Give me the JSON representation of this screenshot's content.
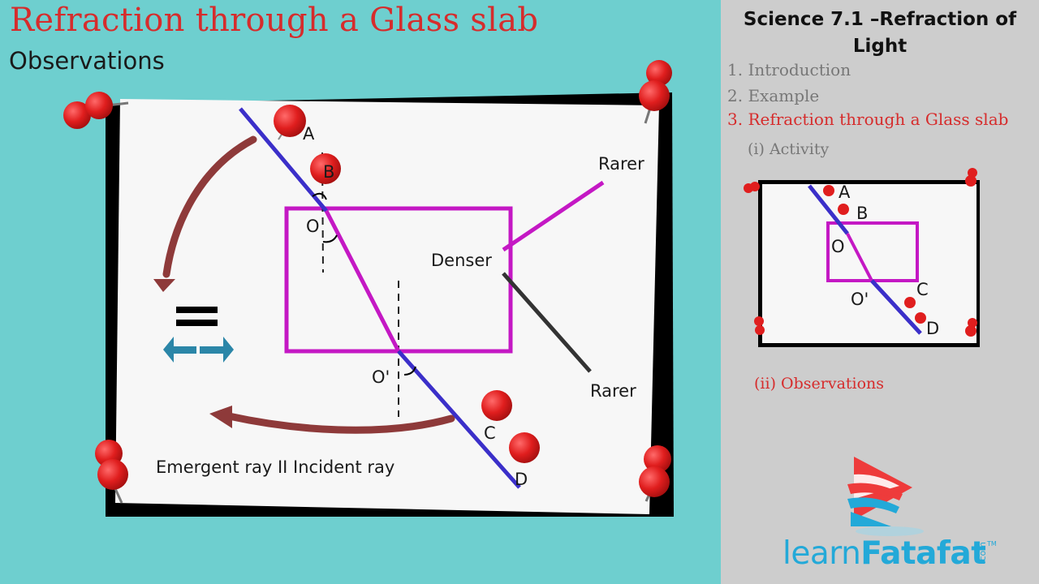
{
  "slide": {
    "title": "Refraction through a Glass slab",
    "subtitle": "Observations"
  },
  "diagram": {
    "pin_labels": [
      "A",
      "B",
      "C",
      "D"
    ],
    "point_O": "O",
    "point_O_prime": "O'",
    "label_rarer_top": "Rarer",
    "label_denser": "Denser",
    "label_rarer_bottom": "Rarer",
    "caption": "Emergent ray II Incident ray",
    "colors": {
      "ray": "#3b2fc9",
      "slab": "#c418c4",
      "pin": "#e01e1e",
      "arrow": "#8e3a3a",
      "parallel_arrow": "#2b86a8"
    }
  },
  "sidebar": {
    "course_title_line1": "Science 7.1 –Refraction of",
    "course_title_line2": "Light",
    "toc": [
      {
        "label": "1. Introduction"
      },
      {
        "label": "2. Example"
      },
      {
        "label": "3. Refraction through a Glass slab"
      }
    ],
    "sub_items": [
      {
        "label": "(i) Activity"
      },
      {
        "label": "(ii) Observations"
      }
    ],
    "thumbnail_labels": {
      "A": "A",
      "B": "B",
      "O": "O",
      "O_prime": "O'",
      "C": "C",
      "D": "D"
    }
  },
  "logo": {
    "part1": "learn",
    "part2": "Fatafat",
    "suffix": ".com",
    "tm": "TM"
  }
}
